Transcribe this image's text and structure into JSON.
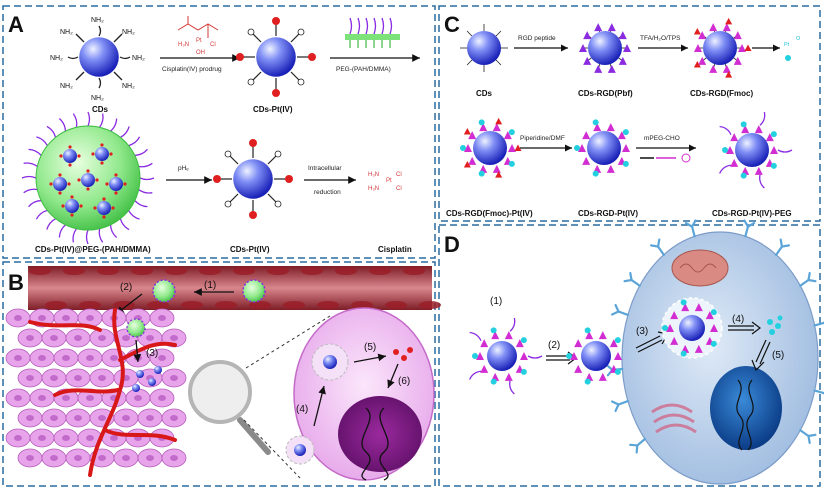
{
  "panel_a": {
    "letter": "A",
    "row1": {
      "cds": "CDs",
      "nh2": "NH₂",
      "arrow1_label": "Cisplatin(IV) prodrug",
      "cds_pt": "CDs-Pt(IV)",
      "arrow2_label": "PEG-(PAH/DMMA)"
    },
    "row2": {
      "nano": "CDs-Pt(IV)@PEG-(PAH/DMMA)",
      "ph_label": "pHₑ",
      "cds_pt": "CDs-Pt(IV)",
      "reduction_line1": "Intracellular",
      "reduction_line2": "reduction",
      "cisplatin": "Cisplatin"
    }
  },
  "panel_b": {
    "letter": "B",
    "steps": [
      "(1)",
      "(2)",
      "(3)",
      "(4)",
      "(5)",
      "(6)"
    ]
  },
  "panel_c": {
    "letter": "C",
    "row1": {
      "cds": "CDs",
      "arrow1_label": "RGD peptide",
      "cds_rgd_pbf": "CDs-RGD(Pbf)",
      "arrow2_label": "TFA/H₂O/TPS",
      "cds_rgd_fmoc": "CDs-RGD(Fmoc)"
    },
    "row2": {
      "fmoc_pt": "CDs-RGD(Fmoc)-Pt(IV)",
      "arrow1_label": "Piperidine/DMF",
      "rgd_pt": "CDs-RGD-Pt(IV)",
      "arrow2_label": "mPEG-CHO",
      "rgd_pt_peg": "CDs-RGD-Pt(IV)-PEG"
    }
  },
  "panel_d": {
    "letter": "D",
    "steps": [
      "(1)",
      "(2)",
      "(3)",
      "(4)",
      "(5)"
    ]
  },
  "colors": {
    "dashed_border": "#2a6ba0",
    "particle_blue": "#3b4fe0",
    "shell_green": "#6fdc6a",
    "peg_purple": "#8a2be2",
    "cell_blue": "#b9d2ee",
    "vessel_red": "#a8323c",
    "tumor_pink": "#e39be6",
    "pt_red": "#e02020",
    "rgd_magenta": "#d22dd2",
    "cyan": "#22d0e0"
  }
}
